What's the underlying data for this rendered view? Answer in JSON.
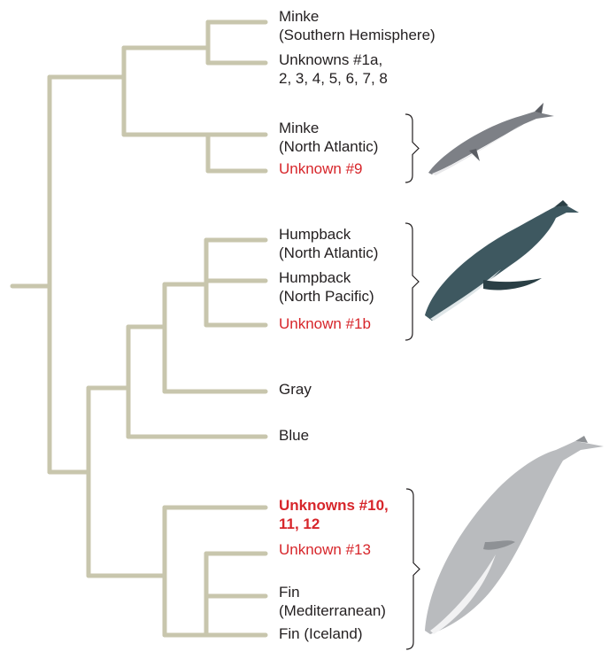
{
  "diagram": {
    "branch_color": "#c8c6ad",
    "leaves": [
      {
        "id": "minke-southern",
        "lines": [
          "Minke",
          "(Southern Hemisphere)"
        ],
        "color": "#231f20",
        "bold": false
      },
      {
        "id": "unknowns-1a",
        "lines": [
          "Unknowns #1a,",
          "2, 3, 4, 5, 6, 7, 8"
        ],
        "color": "#231f20",
        "bold": false
      },
      {
        "id": "minke-north-atlantic",
        "lines": [
          "Minke",
          "(North Atlantic)"
        ],
        "color": "#231f20",
        "bold": false
      },
      {
        "id": "unknown-9",
        "lines": [
          "Unknown #9"
        ],
        "color": "#d7262b",
        "bold": false
      },
      {
        "id": "humpback-north-atlantic",
        "lines": [
          "Humpback",
          "(North Atlantic)"
        ],
        "color": "#231f20",
        "bold": false
      },
      {
        "id": "humpback-north-pacific",
        "lines": [
          "Humpback",
          "(North Pacific)"
        ],
        "color": "#231f20",
        "bold": false
      },
      {
        "id": "unknown-1b",
        "lines": [
          "Unknown #1b"
        ],
        "color": "#d7262b",
        "bold": false
      },
      {
        "id": "gray",
        "lines": [
          "Gray"
        ],
        "color": "#231f20",
        "bold": false
      },
      {
        "id": "blue",
        "lines": [
          "Blue"
        ],
        "color": "#231f20",
        "bold": false
      },
      {
        "id": "unknowns-10",
        "lines": [
          "Unknowns #10,",
          "11, 12"
        ],
        "color": "#d7262b",
        "bold": true
      },
      {
        "id": "unknown-13",
        "lines": [
          "Unknown #13"
        ],
        "color": "#d7262b",
        "bold": false
      },
      {
        "id": "fin-mediterranean",
        "lines": [
          "Fin",
          "(Mediterranean)"
        ],
        "color": "#231f20",
        "bold": false
      },
      {
        "id": "fin-iceland",
        "lines": [
          "Fin (Iceland)"
        ],
        "color": "#231f20",
        "bold": false
      }
    ],
    "whale_images": [
      {
        "name": "minke-whale-illustration",
        "colors": {
          "body": "#7d8086",
          "belly": "#e8e8ea",
          "shade": "#5a5d63"
        }
      },
      {
        "name": "humpback-whale-illustration",
        "colors": {
          "body": "#3e5860",
          "belly": "#dfe6e8",
          "shade": "#2a3f45"
        }
      },
      {
        "name": "fin-whale-illustration",
        "colors": {
          "body": "#b9bbbe",
          "belly": "#f2f2f3",
          "shade": "#8e9195"
        }
      }
    ]
  }
}
